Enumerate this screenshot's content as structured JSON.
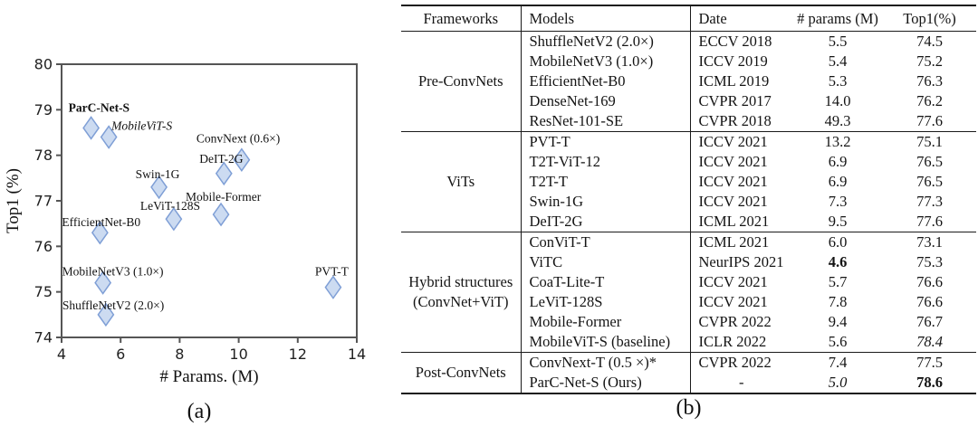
{
  "figure": {
    "caption_a": "(a)",
    "caption_b": "(b)"
  },
  "chart_data": {
    "type": "scatter",
    "title": "",
    "xlabel": "# Params. (M)",
    "ylabel": "Top1 (%)",
    "xlim": [
      4,
      14
    ],
    "ylim": [
      74,
      80
    ],
    "xticks": [
      4,
      6,
      8,
      10,
      12,
      14
    ],
    "yticks": [
      74,
      75,
      76,
      77,
      78,
      79,
      80
    ],
    "grid": false,
    "legend": "none",
    "marker": {
      "shape": "diamond",
      "fill": "#ccdbf1",
      "stroke": "#7f9fd6"
    },
    "points": [
      {
        "label": "ParC-Net-S",
        "x": 5.0,
        "y": 78.6,
        "style": "bold",
        "label_dx": -25,
        "label_dy": -18
      },
      {
        "label": "MobileViT-S",
        "x": 5.6,
        "y": 78.4,
        "style": "italic",
        "label_dx": 3,
        "label_dy": -8
      },
      {
        "label": "ConvNext (0.6×)",
        "x": 10.1,
        "y": 77.9,
        "style": "normal",
        "label_dx": -50,
        "label_dy": -19
      },
      {
        "label": "DeIT-2G",
        "x": 9.5,
        "y": 77.6,
        "style": "normal",
        "label_dx": -27,
        "label_dy": -12
      },
      {
        "label": "Swin-1G",
        "x": 7.3,
        "y": 77.3,
        "style": "normal",
        "label_dx": -26,
        "label_dy": -10
      },
      {
        "label": "Mobile-Former",
        "x": 9.4,
        "y": 76.7,
        "style": "normal",
        "label_dx": -39,
        "label_dy": -15
      },
      {
        "label": "LeViT-128S",
        "x": 7.8,
        "y": 76.6,
        "style": "normal",
        "label_dx": -37,
        "label_dy": -10
      },
      {
        "label": "EfficientNet-B0",
        "x": 5.3,
        "y": 76.3,
        "style": "normal",
        "label_dx": -42,
        "label_dy": -7
      },
      {
        "label": "MobileNetV3 (1.0×)",
        "x": 5.4,
        "y": 75.2,
        "style": "normal",
        "label_dx": -45,
        "label_dy": -8
      },
      {
        "label": "ShuffleNetV2 (2.0×)",
        "x": 5.5,
        "y": 74.5,
        "style": "normal",
        "label_dx": -48,
        "label_dy": -6
      },
      {
        "label": "PVT-T",
        "x": 13.2,
        "y": 75.1,
        "style": "normal",
        "label_dx": -20,
        "label_dy": -13
      }
    ]
  },
  "table": {
    "headers": [
      "Frameworks",
      "Models",
      "Date",
      "# params (M)",
      "Top1(%)"
    ],
    "groups": [
      {
        "framework": "Pre-ConvNets",
        "rows": [
          {
            "model": "ShuffleNetV2 (2.0×)",
            "date": "ECCV 2018",
            "params": "5.5",
            "top1": "74.5"
          },
          {
            "model": "MobileNetV3 (1.0×)",
            "date": "ICCV 2019",
            "params": "5.4",
            "top1": "75.2"
          },
          {
            "model": "EfficientNet-B0",
            "date": "ICML 2019",
            "params": "5.3",
            "top1": "76.3"
          },
          {
            "model": "DenseNet-169",
            "date": "CVPR 2017",
            "params": "14.0",
            "top1": "76.2"
          },
          {
            "model": "ResNet-101-SE",
            "date": "CVPR 2018",
            "params": "49.3",
            "top1": "77.6"
          }
        ]
      },
      {
        "framework": "ViTs",
        "rows": [
          {
            "model": "PVT-T",
            "date": "ICCV 2021",
            "params": "13.2",
            "top1": "75.1"
          },
          {
            "model": "T2T-ViT-12",
            "date": "ICCV 2021",
            "params": "6.9",
            "top1": "76.5"
          },
          {
            "model": "T2T-T",
            "date": "ICCV 2021",
            "params": "6.9",
            "top1": "76.5"
          },
          {
            "model": "Swin-1G",
            "date": "ICCV 2021",
            "params": "7.3",
            "top1": "77.3"
          },
          {
            "model": "DeIT-2G",
            "date": "ICML 2021",
            "params": "9.5",
            "top1": "77.6"
          }
        ]
      },
      {
        "framework": "Hybrid structures\n(ConvNet+ViT)",
        "rows": [
          {
            "model": "ConViT-T",
            "date": "ICML 2021",
            "params": "6.0",
            "top1": "73.1"
          },
          {
            "model": "ViTC",
            "date": "NeurIPS 2021",
            "params": "4.6",
            "params_style": "bold",
            "top1": "75.3"
          },
          {
            "model": "CoaT-Lite-T",
            "date": "ICCV 2021",
            "params": "5.7",
            "top1": "76.6"
          },
          {
            "model": "LeViT-128S",
            "date": "ICCV 2021",
            "params": "7.8",
            "top1": "76.6"
          },
          {
            "model": "Mobile-Former",
            "date": "CVPR 2022",
            "params": "9.4",
            "top1": "76.7"
          },
          {
            "model": "MobileViT-S (baseline)",
            "date": "ICLR 2022",
            "params": "5.6",
            "top1": "78.4",
            "top1_style": "italic"
          }
        ]
      },
      {
        "framework": "Post-ConvNets",
        "rows": [
          {
            "model": "ConvNext-T (0.5 ×)*",
            "date": "CVPR 2022",
            "params": "7.4",
            "top1": "77.5"
          },
          {
            "model": "ParC-Net-S (Ours)",
            "date": "-",
            "params": "5.0",
            "params_style": "italic",
            "top1": "78.6",
            "top1_style": "bold"
          }
        ]
      }
    ]
  }
}
